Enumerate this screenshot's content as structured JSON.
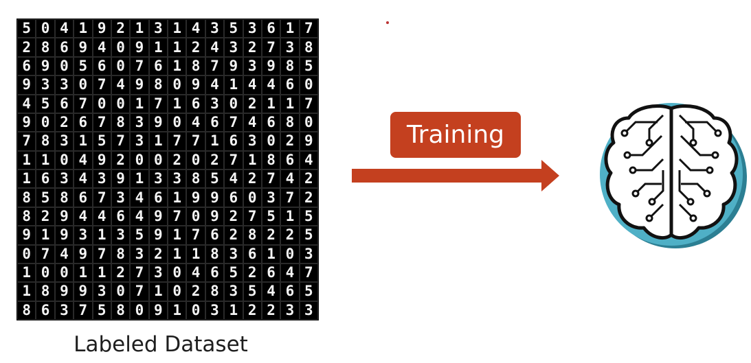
{
  "caption": "Labeled Dataset",
  "training_label": "Training",
  "colors": {
    "accent": "#c4401f",
    "brain_circle": "#4fb0c6",
    "brain_shadow": "#2c7f93"
  },
  "icons": [
    "brain-icon",
    "arrow-right-icon"
  ],
  "digit_rows": [
    "5041921314353617",
    "2869409112432738",
    "6905607618793985",
    "9330749809414460",
    "4567001716302117",
    "9026783904674680",
    "7831573177163029",
    "1104920020271864",
    "1634391338542742",
    "8586734619960372",
    "8294464970927515",
    "9193135917628225",
    "0749783211836103",
    "1001127304652647",
    "1899307102835465",
    "8637580910312233"
  ]
}
